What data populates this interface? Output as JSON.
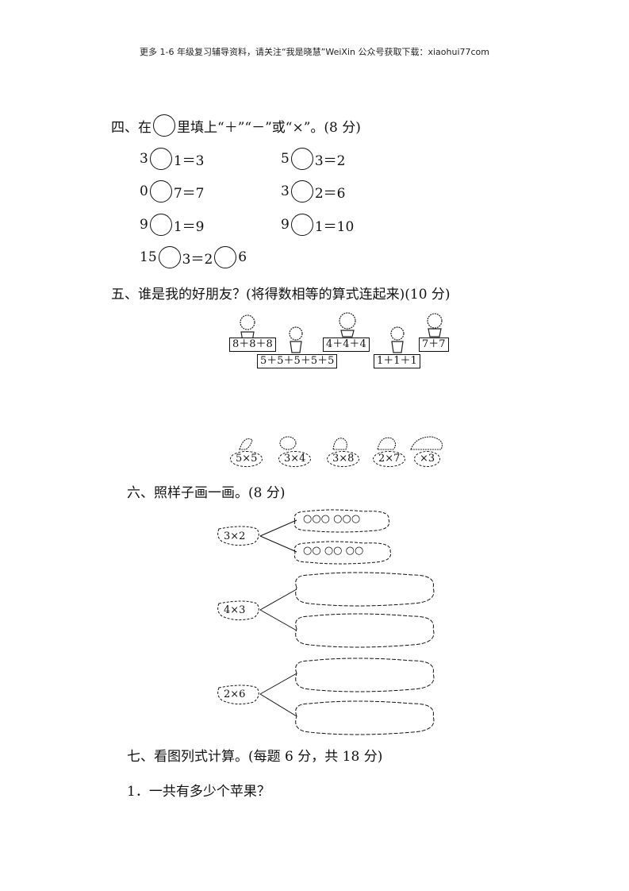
{
  "header": {
    "text": "更多 1-6 年级复习辅导资料，请关注“我是晓慧”WeiXin 公众号获取下载：xiaohui77com"
  },
  "q4": {
    "title_before": "四、在",
    "title_after": "里填上“＋”“－”或“×”。(8 分)",
    "rows": [
      {
        "a": "3",
        "b": "1＝3"
      },
      {
        "a": "5",
        "b": "3＝2"
      },
      {
        "a": "0",
        "b": "7＝7"
      },
      {
        "a": "3",
        "b": "2＝6"
      },
      {
        "a": "9",
        "b": "1＝9"
      },
      {
        "a": "9",
        "b": "1＝10"
      }
    ],
    "last_row": {
      "a": "15",
      "b": "3＝2",
      "c": "6"
    }
  },
  "q5": {
    "title": "五、谁是我的好朋友？(将得数相等的算式连起来)(10 分)",
    "sums": [
      "8＋8＋8",
      "4＋4＋4",
      "7＋7",
      "5＋5＋5＋5＋5",
      "1＋1＋1"
    ],
    "products": [
      "5×5",
      "3×4",
      "3×8",
      "2×7",
      "×3"
    ]
  },
  "q6": {
    "title": "六、照样子画一画。(8 分)",
    "groups": [
      {
        "expr": "3×2",
        "cloud1": "○○○  ○○○",
        "cloud2": "○○  ○○  ○○"
      },
      {
        "expr": "4×3",
        "cloud1": "",
        "cloud2": ""
      },
      {
        "expr": "2×6",
        "cloud1": "",
        "cloud2": ""
      }
    ]
  },
  "q7": {
    "title": "七、看图列式计算。(每题 6 分，共 18 分)",
    "sub1": "1．一共有多少个苹果？"
  }
}
